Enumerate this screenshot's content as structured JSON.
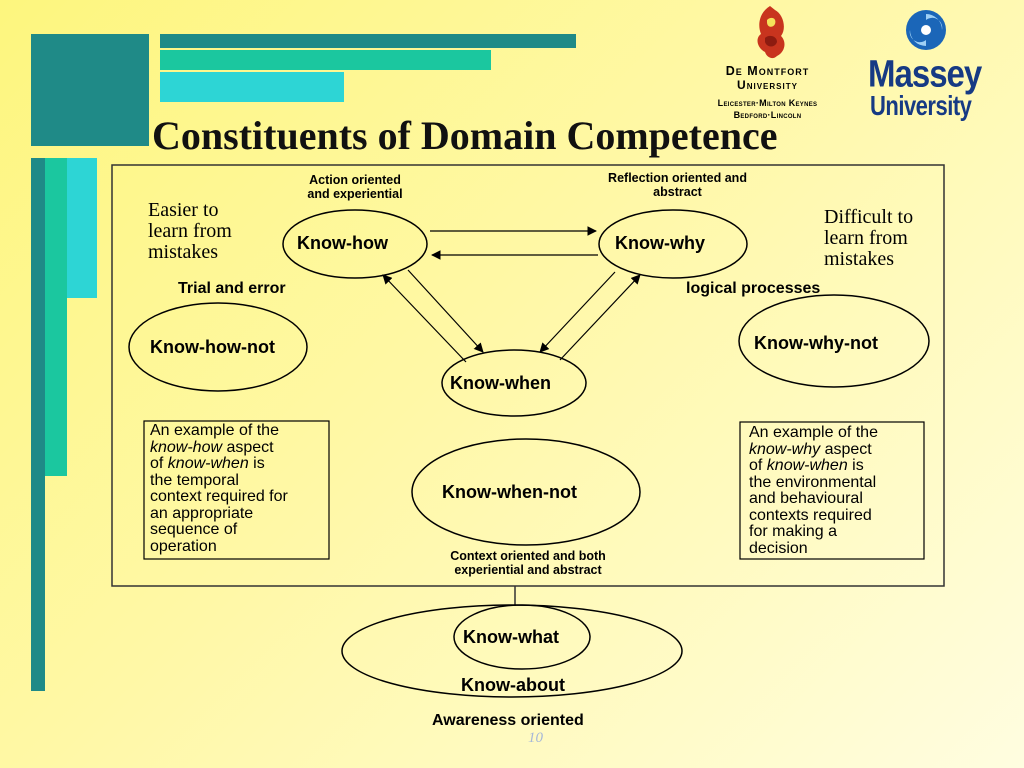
{
  "slide": {
    "title": "Constituents of Domain Competence",
    "page_number": "10"
  },
  "logos": {
    "dmu": {
      "name_line1": "De Montfort",
      "name_line2": "University",
      "campus_line1": "Leicester·Milton Keynes",
      "campus_line2": "Bedford·Lincoln"
    },
    "massey": {
      "line1": "Massey",
      "line2": "University"
    }
  },
  "colors": {
    "teal_dark": "#1f8a87",
    "teal_mid": "#1bc79f",
    "teal_light": "#2dd5d5",
    "green_accent": "#26c08a"
  },
  "diagram": {
    "action_oriented": "Action oriented\nand experiential",
    "reflection_oriented": "Reflection oriented and\nabstract",
    "easier_text": "Easier to\nlearn from\nmistakes",
    "difficult_text": "Difficult to\nlearn from\nmistakes",
    "trial_error": "Trial and error",
    "logical_processes": "logical processes",
    "know_how": "Know-how",
    "know_why": "Know-why",
    "know_how_not": "Know-how-not",
    "know_why_not": "Know-why-not",
    "know_when": "Know-when",
    "know_when_not": "Know-when-not",
    "context_oriented": "Context oriented and both\nexperiential and abstract",
    "know_what": "Know-what",
    "know_about": "Know-about",
    "awareness_oriented": "Awareness oriented",
    "left_box": {
      "t1": "An example of the",
      "t2_italic": "know-how",
      "t2_rest": " aspect",
      "t3_pre": "of ",
      "t3_italic": "know-when",
      "t3_rest": " is",
      "t4": "the temporal",
      "t5": "context required for",
      "t6": "an appropriate",
      "t7": "sequence of",
      "t8": "operation"
    },
    "right_box": {
      "t1": "An example of the",
      "t2_italic": "know-why",
      "t2_rest": " aspect",
      "t3_pre": "of ",
      "t3_italic": "know-when",
      "t3_rest": " is",
      "t4": "the environmental",
      "t5": "and behavioural",
      "t6": "contexts required",
      "t7": "for making a",
      "t8": "decision"
    }
  }
}
